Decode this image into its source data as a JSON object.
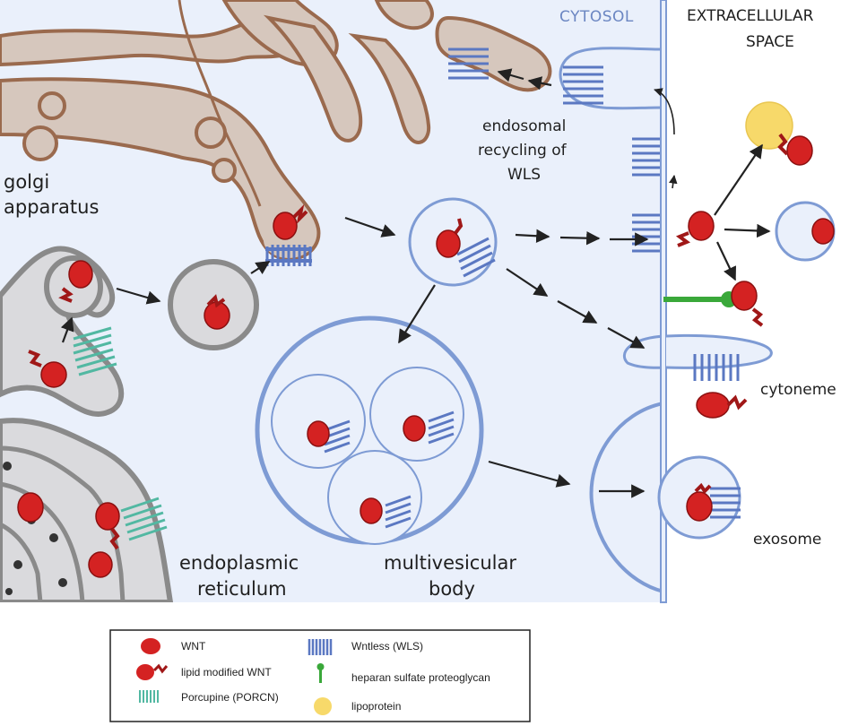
{
  "labels": {
    "cytosol": "CYTOSOL",
    "extracellular_1": "EXTRACELLULAR",
    "extracellular_2": "SPACE",
    "golgi_1": "golgi",
    "golgi_2": "apparatus",
    "endosomal_1": "endosomal",
    "endosomal_2": "recycling of",
    "endosomal_3": "WLS",
    "er_1": "endoplasmic",
    "er_2": "reticulum",
    "mvb_1": "multivesicular",
    "mvb_2": "body",
    "cytoneme": "cytoneme",
    "exosome": "exosome"
  },
  "legend": {
    "wnt": "WNT",
    "lipid_wnt": "lipid modified WNT",
    "porcupine": "Porcupine (PORCN)",
    "wntless": "Wntless (WLS)",
    "hspg": "heparan sulfate proteoglycan",
    "lipoprotein": "lipoprotein"
  },
  "colors": {
    "cytosol_bg": "#eaf0fb",
    "membrane": "#7e9bd4",
    "wls": "#5b78c2",
    "wnt": "#d42222",
    "porcupine": "#52b8a2",
    "golgi": "#d6c7bd",
    "golgi_edge": "#9a6a4e",
    "er": "#d9d9db",
    "er_edge": "#8a8a8a",
    "hspg": "#3aa83a",
    "lipoprotein": "#f7d96a"
  }
}
